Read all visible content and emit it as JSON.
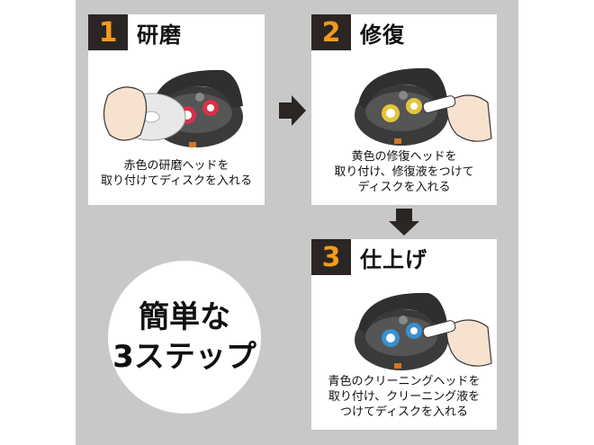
{
  "steps": [
    {
      "number": "1",
      "title": "研磨",
      "caption": "赤色の研磨ヘッドを\n取り付けてディスクを入れる",
      "head_color": "#d8304a"
    },
    {
      "number": "2",
      "title": "修復",
      "caption": "黄色の修復ヘッドを\n取り付け、修復液をつけて\nディスクを入れる",
      "head_color": "#e6c43a"
    },
    {
      "number": "3",
      "title": "仕上げ",
      "caption": "青色のクリーニングヘッドを\n取り付け、クリーニング液を\nつけてディスクを入れる",
      "head_color": "#3a8fd0"
    }
  ],
  "badge": {
    "text": "簡単な\n3ステップ"
  },
  "colors": {
    "background": "#c8c8c8",
    "panel": "#ffffff",
    "number_box": "#2b2623",
    "number_text": "#f39a1e",
    "arrow": "#2b2623",
    "device": "#3a3a3a"
  }
}
